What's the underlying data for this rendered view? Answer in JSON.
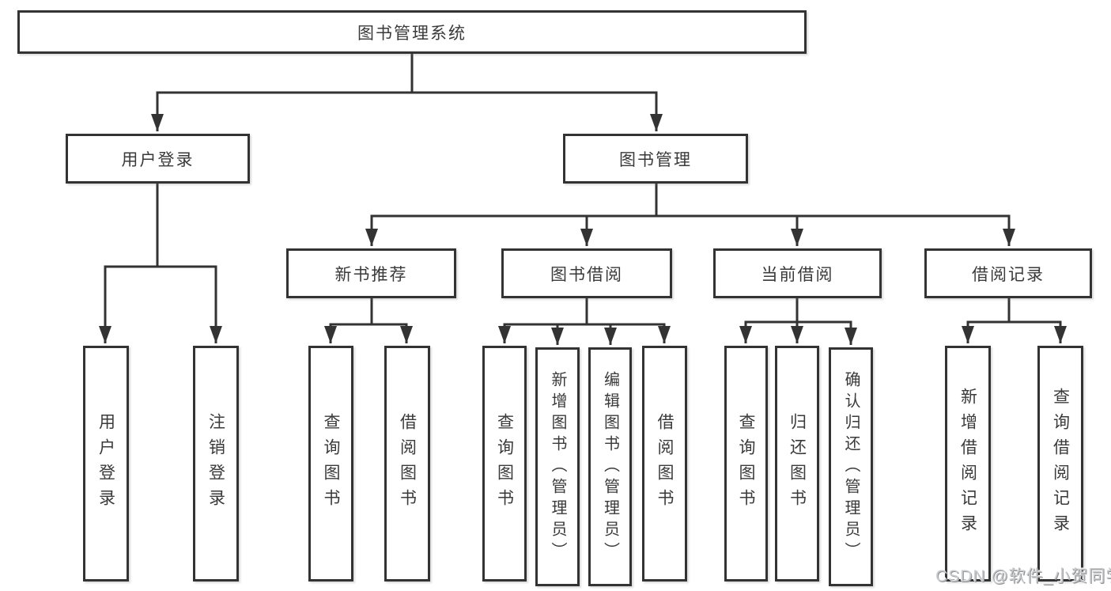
{
  "diagram_title": "图书管理系统",
  "tree": {
    "label": "图书管理系统",
    "children": [
      {
        "label": "用户登录",
        "children": [
          {
            "label": "用户登录"
          },
          {
            "label": "注销登录"
          }
        ]
      },
      {
        "label": "图书管理",
        "children": [
          {
            "label": "新书推荐",
            "children": [
              {
                "label": "查询图书"
              },
              {
                "label": "借阅图书"
              }
            ]
          },
          {
            "label": "图书借阅",
            "children": [
              {
                "label": "查询图书"
              },
              {
                "label": "新增图书（管理员）"
              },
              {
                "label": "编辑图书（管理员）"
              },
              {
                "label": "借阅图书"
              }
            ]
          },
          {
            "label": "当前借阅",
            "children": [
              {
                "label": "查询图书"
              },
              {
                "label": "归还图书"
              },
              {
                "label": "确认归还（管理员）"
              }
            ]
          },
          {
            "label": "借阅记录",
            "children": [
              {
                "label": "新增借阅记录"
              },
              {
                "label": "查询借阅记录"
              }
            ]
          }
        ]
      }
    ]
  },
  "watermark": "CSDN @软件_小贺同学",
  "colors": {
    "line": "#333333",
    "box_border": "#333333",
    "box_background": "#ffffff",
    "text": "#3a3a3a",
    "watermark_text": "#c9cbcd"
  }
}
